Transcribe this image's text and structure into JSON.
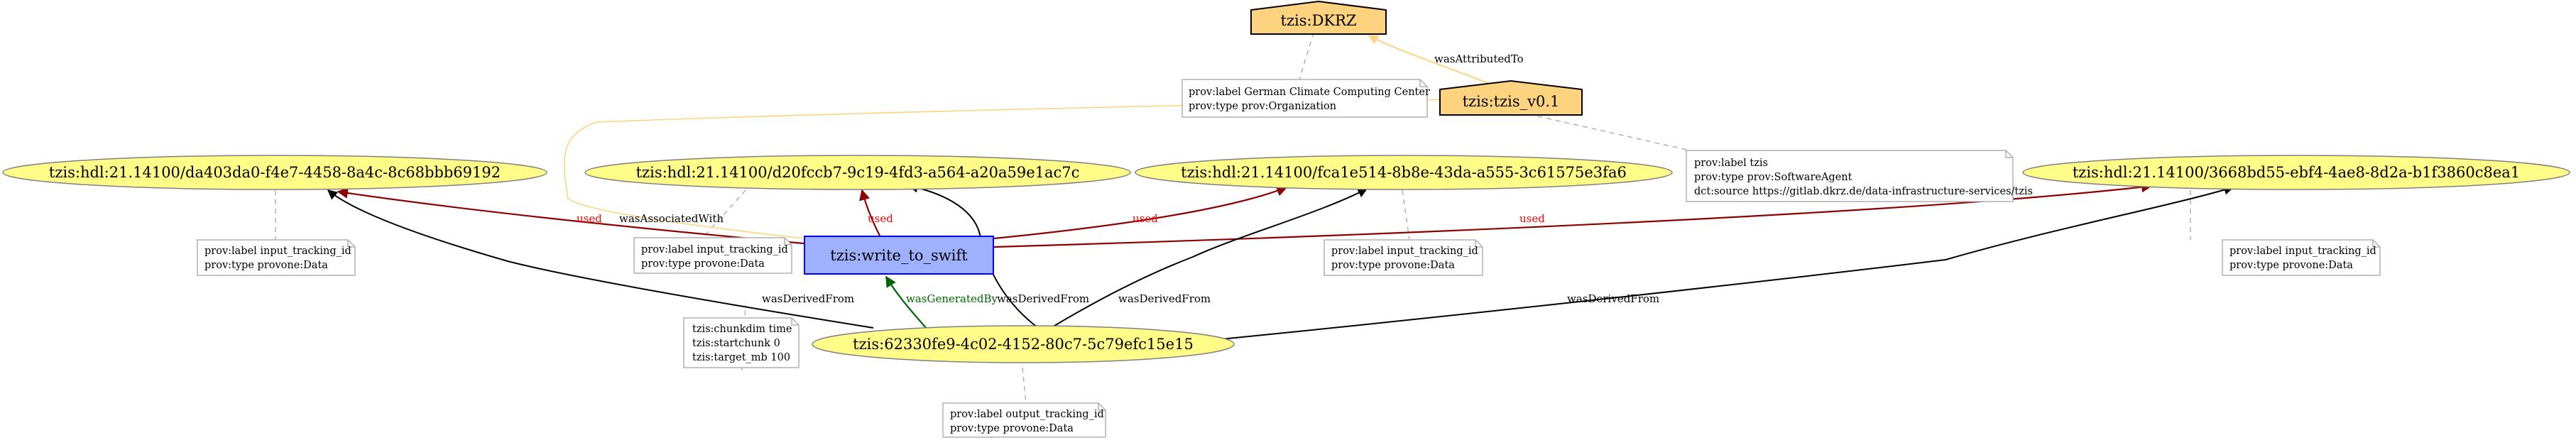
{
  "colors": {
    "entity_fill": "#fffc87",
    "entity_stroke": "#808080",
    "activity_fill": "#9fb1fc",
    "activity_stroke": "#0000ff",
    "agent_fill": "#fed37f",
    "agent_stroke": "#000000",
    "note_stroke": "#b0b0b0",
    "used_edge": "#8b0000",
    "used_label": "#ff0000",
    "generated_edge": "#006400",
    "generated_label": "#006400",
    "derived_edge": "#000000",
    "attributed_edge": "#fed37f",
    "associated_edge": "#fed37f",
    "annotation_link": "#b0b0b0"
  },
  "nodes": {
    "dkrz": {
      "label": "tzis:DKRZ",
      "kind": "agent"
    },
    "tzis_v01": {
      "label": "tzis:tzis_v0.1",
      "kind": "agent"
    },
    "write_to_swift": {
      "label": "tzis:write_to_swift",
      "kind": "activity"
    },
    "e_da403": {
      "label": "tzis:hdl:21.14100/da403da0-f4e7-4458-8a4c-8c68bbb69192",
      "kind": "entity"
    },
    "e_d20fc": {
      "label": "tzis:hdl:21.14100/d20fccb7-9c19-4fd3-a564-a20a59e1ac7c",
      "kind": "entity"
    },
    "e_fca1e": {
      "label": "tzis:hdl:21.14100/fca1e514-8b8e-43da-a555-3c61575e3fa6",
      "kind": "entity"
    },
    "e_3668b": {
      "label": "tzis:hdl:21.14100/3668bd55-ebf4-4ae8-8d2a-b1f3860c8ea1",
      "kind": "entity"
    },
    "e_62330": {
      "label": "tzis:62330fe9-4c02-4152-80c7-5c79efc15e15",
      "kind": "entity"
    }
  },
  "notes": {
    "dkrz_note": [
      "prov:label German Climate Computing Center",
      "prov:type  prov:Organization"
    ],
    "tzis_note": [
      "prov:label tzis",
      "prov:type  prov:SoftwareAgent",
      "dct:source https://gitlab.dkrz.de/data-infrastructure-services/tzis"
    ],
    "da403_note": [
      "prov:label input_tracking_id",
      "prov:type  provone:Data"
    ],
    "d20fc_note": [
      "prov:label input_tracking_id",
      "prov:type  provone:Data"
    ],
    "fca1e_note": [
      "prov:label input_tracking_id",
      "prov:type  provone:Data"
    ],
    "3668b_note": [
      "prov:label input_tracking_id",
      "prov:type  provone:Data"
    ],
    "activity_note": [
      "tzis:chunkdim   time",
      "tzis:startchunk 0",
      "tzis:target_mb  100"
    ],
    "output_note": [
      "prov:label output_tracking_id",
      "prov:type  provone:Data"
    ]
  },
  "edge_labels": {
    "used": "used",
    "wasAssociatedWith": "wasAssociatedWith",
    "wasAttributedTo": "wasAttributedTo",
    "wasGeneratedBy": "wasGeneratedBy",
    "wasDerivedFrom": "wasDerivedFrom"
  }
}
